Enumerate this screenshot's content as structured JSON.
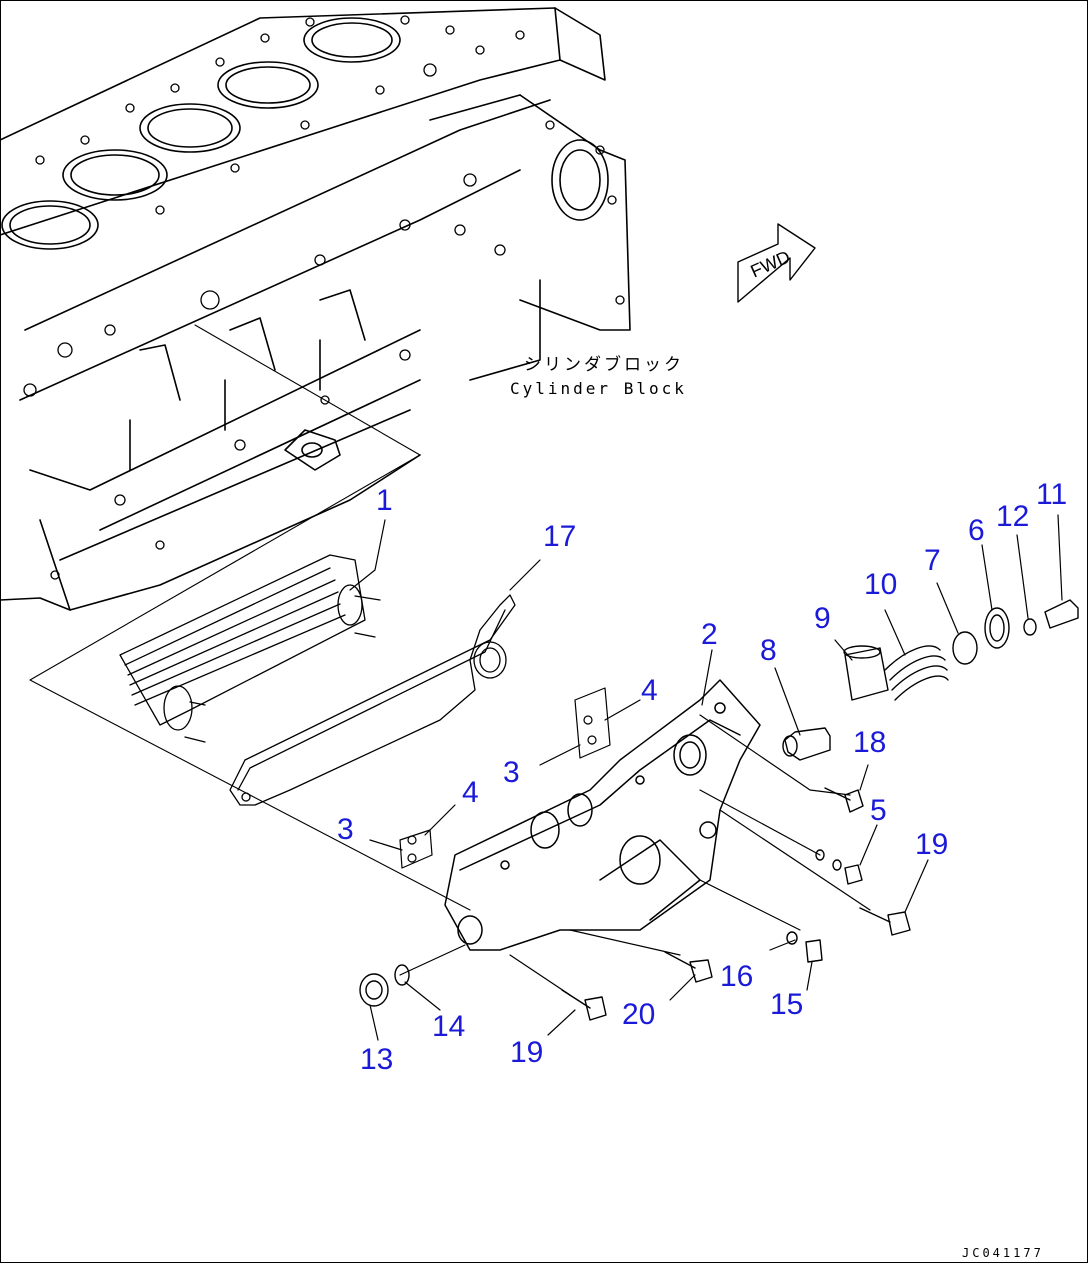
{
  "block_label_ja": "シリンダブロック",
  "block_label_en": "Cylinder Block",
  "fwd_label": "FWD",
  "drawing_code": "JC041177",
  "colors": {
    "callout": "#1a1ad8",
    "line": "#000000"
  },
  "callouts": [
    "1",
    "17",
    "2",
    "4",
    "3",
    "4",
    "3",
    "8",
    "9",
    "10",
    "7",
    "6",
    "12",
    "11",
    "18",
    "5",
    "19",
    "16",
    "15",
    "20",
    "19",
    "14",
    "13"
  ]
}
